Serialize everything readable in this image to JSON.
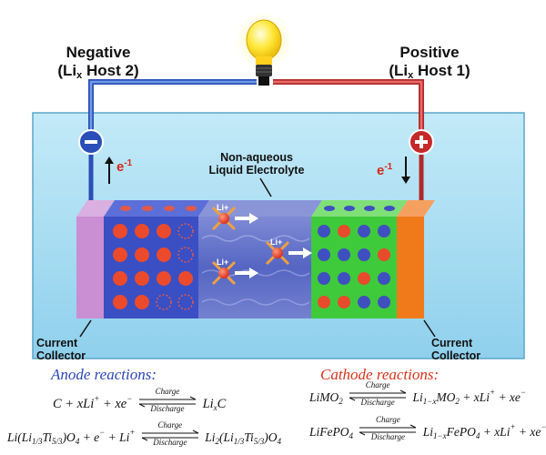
{
  "headers": {
    "negative_line1": "Negative",
    "negative_prefix": "(Li",
    "negative_sub": "x",
    "negative_suffix": " Host 2)",
    "positive_line1": "Positive",
    "positive_prefix": "(Li",
    "positive_sub": "x",
    "positive_suffix": " Host 1)"
  },
  "electrolyte_label": {
    "line1": "Non-aqueous",
    "line2": "Liquid Electrolyte"
  },
  "collector_label": {
    "line1": "Current",
    "line2": "Collector"
  },
  "electron_label": {
    "base": "e",
    "exp": "-1"
  },
  "terminals": {
    "minus": "-",
    "plus": "+"
  },
  "ion_label": {
    "base": "Li",
    "sup": "+"
  },
  "anode": {
    "title": "Anode reactions:",
    "r1_left": "C + xLi",
    "r1_mid": " + xe",
    "r1_right_base": "Li",
    "r1_right_sub": "x",
    "r1_right_end": "C",
    "r2_a": "Li(Li",
    "r2_a_sub1": "1/3",
    "r2_b": "Ti",
    "r2_b_sub": "5/3",
    "r2_c": ")O",
    "r2_c_sub": "4",
    "r2_d": " + e",
    "r2_e": " + Li",
    "r2_f": "Li",
    "r2_f_sub": "2",
    "r2_g": "(Li",
    "r2_g_sub": "1/3",
    "r2_h": "Ti",
    "r2_h_sub": "5/3",
    "r2_i": ")O",
    "r2_i_sub": "4"
  },
  "cathode": {
    "title": "Cathode reactions:",
    "r1_a": "LiMO",
    "r1_a_sub": "2",
    "r1_b": "Li",
    "r1_b_sub": "1−x",
    "r1_c": "MO",
    "r1_c_sub": "2",
    "r1_d": " + xLi",
    "r1_e": " + xe",
    "r2_a": "LiFePO",
    "r2_a_sub": "4",
    "r2_b": "Li",
    "r2_b_sub": "1−x",
    "r2_c": "FePO",
    "r2_c_sub": "4",
    "r2_d": " + xLi",
    "r2_e": " + xe"
  },
  "arrow_labels": {
    "charge": "Charge",
    "discharge": "Discharge"
  },
  "charges": {
    "plus": "+",
    "minus": "−"
  },
  "colors": {
    "anode_title": "#2c46b8",
    "cathode_title": "#d8321c",
    "case_blue": "#9fd9ef",
    "anode_block": "#3a4fc4",
    "cathode_block": "#3fca3b",
    "electrolyte": "#6675cc",
    "left_collector": "#c98fd2",
    "right_collector": "#f07a1a",
    "neg_wire": "#3f6fd1",
    "pos_wire": "#d23a3a",
    "bulb": "#ffe83a"
  },
  "icons": [
    "light-bulb-icon",
    "minus-terminal-icon",
    "plus-terminal-icon",
    "lithium-ion-icon"
  ]
}
